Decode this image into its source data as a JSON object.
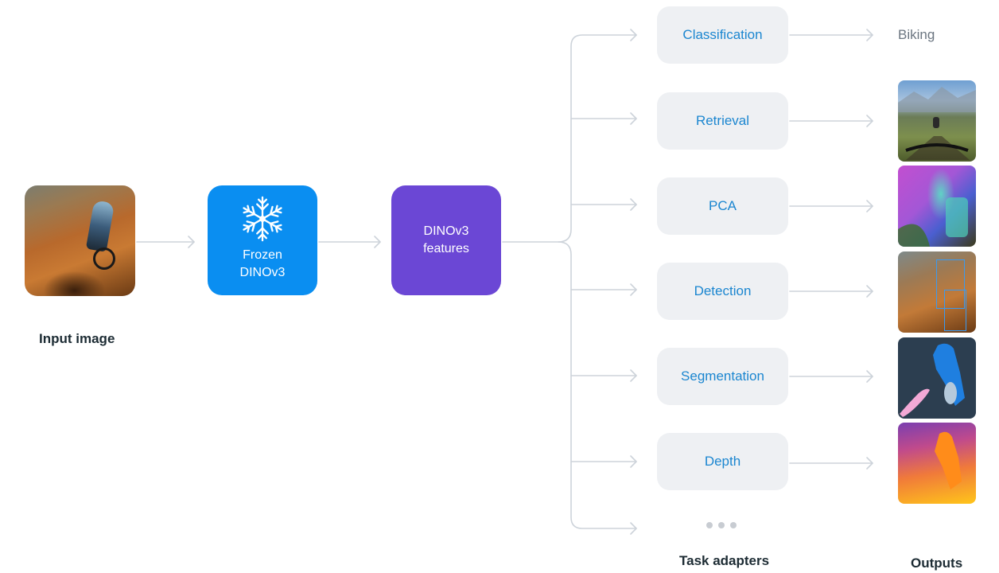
{
  "input": {
    "caption": "Input image"
  },
  "frozen_model": {
    "label_line1": "Frozen",
    "label_line2": "DINOv3",
    "icon": "snowflake-icon"
  },
  "features": {
    "label_line1": "DINOv3",
    "label_line2": "features"
  },
  "tasks": [
    {
      "id": "classification",
      "label": "Classification",
      "output_text": "Biking"
    },
    {
      "id": "retrieval",
      "label": "Retrieval"
    },
    {
      "id": "pca",
      "label": "PCA"
    },
    {
      "id": "detection",
      "label": "Detection"
    },
    {
      "id": "segmentation",
      "label": "Segmentation"
    },
    {
      "id": "depth",
      "label": "Depth"
    }
  ],
  "section_labels": {
    "tasks": "Task adapters",
    "outputs": "Outputs"
  },
  "colors": {
    "frozen_box": "#0a8ef1",
    "features_box": "#6b47d5",
    "task_text": "#1b86d0",
    "task_bg": "#eef0f3",
    "connector": "#cdd3da"
  }
}
